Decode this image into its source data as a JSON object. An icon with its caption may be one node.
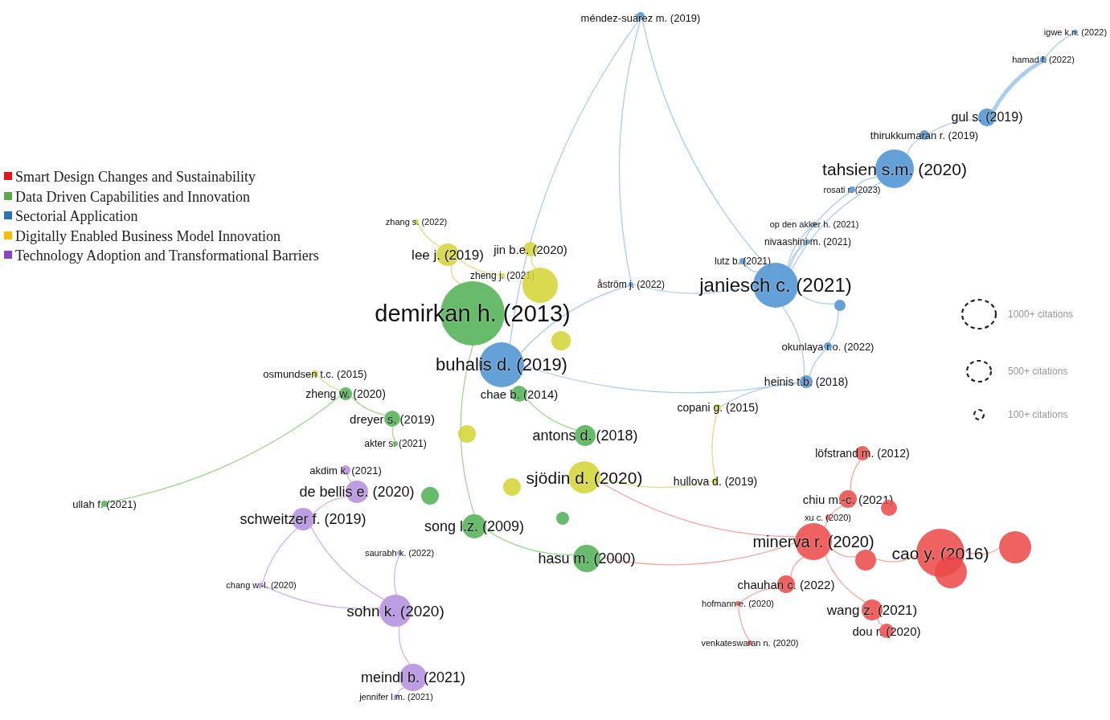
{
  "diagram": {
    "nodes": [
      {
        "text": [
          "méndez-suárez m. (2019)"
        ]
      },
      {
        "text": [
          "igwe k.n. (2022)"
        ]
      },
      {
        "text": [
          "hamad f. (2022)"
        ]
      },
      {
        "text": [
          "gul s. (2019)"
        ]
      },
      {
        "text": [
          "thirukkumaran r. (2019)"
        ]
      },
      {
        "text": [
          "tahsien s.m. (2020)"
        ]
      },
      {
        "text": [
          "rosati r. (2023)"
        ]
      },
      {
        "text": [
          "op den akker h. (2021)"
        ]
      },
      {
        "text": [
          "nivaashini m. (2021)"
        ]
      },
      {
        "text": [
          "lutz b. (2021)"
        ]
      },
      {
        "text": [
          "janiesch c. (2021)"
        ]
      },
      {
        "text": [
          "åström j. (2022)"
        ]
      },
      {
        "text": [
          "okunlaya r.o. (2022)"
        ]
      },
      {
        "text": [
          "heinis t.b. (2018)"
        ]
      },
      {
        "text": [
          "copani g. (2015)"
        ]
      },
      {
        "text": [
          "zhang s. (2022)"
        ]
      },
      {
        "text": [
          "lee j. (2019)"
        ]
      },
      {
        "text": [
          "jin b.e. (2020)"
        ]
      },
      {
        "text": [
          "zheng j. (2021)"
        ]
      },
      {
        "text": [
          "demirkan h. (2013)"
        ]
      },
      {
        "text": [
          "buhalis d. (2019)"
        ]
      },
      {
        "text": [
          "osmundsen t.c. (2015)"
        ]
      },
      {
        "text": [
          "zheng w. (2020)"
        ]
      },
      {
        "text": [
          "chae b. (2014)"
        ]
      },
      {
        "text": [
          "dreyer s. (2019)"
        ]
      },
      {
        "text": [
          "akter s. (2021)"
        ]
      },
      {
        "text": [
          "antons d. (2018)"
        ]
      },
      {
        "text": [
          "akdim k. (2021)"
        ]
      },
      {
        "text": [
          "löfstrand m. (2012)"
        ]
      },
      {
        "text": [
          "de bellis e. (2020)"
        ]
      },
      {
        "text": [
          "sjödin d. (2020)"
        ]
      },
      {
        "text": [
          "hullova d. (2019)"
        ]
      },
      {
        "text": [
          "ullah f. (2021)"
        ]
      },
      {
        "text": [
          "chiu m.-c. (2021)"
        ]
      },
      {
        "text": [
          "schweitzer f. (2019)"
        ]
      },
      {
        "text": [
          "song l.z. (2009)"
        ]
      },
      {
        "text": [
          "xu c. (2020)"
        ]
      },
      {
        "text": [
          "minerva r. (2020)"
        ]
      },
      {
        "text": [
          "cao y. (2016)"
        ]
      },
      {
        "text": [
          "saurabh k. (2022)"
        ]
      },
      {
        "text": [
          "hasu m. (2000)"
        ]
      },
      {
        "text": [
          "chauhan c. (2022)"
        ]
      },
      {
        "text": [
          "chang w.-l. (2020)"
        ]
      },
      {
        "text": [
          "hofmann e. (2020)"
        ]
      },
      {
        "text": [
          "wang z. (2021)"
        ]
      },
      {
        "text": [
          "sohn k. (2020)"
        ]
      },
      {
        "text": [
          "dou r. (2020)"
        ]
      },
      {
        "text": [
          "venkateswaran n. (2020)"
        ]
      },
      {
        "text": [
          "meindl b. (2021)"
        ]
      },
      {
        "text": [
          "jennifer l.m. (2021)"
        ]
      },
      {
        "text": [],
        "shape": "circle"
      },
      {
        "text": [],
        "shape": "circle"
      },
      {
        "text": [],
        "shape": "circle"
      },
      {
        "text": [],
        "shape": "circle"
      },
      {
        "text": [],
        "shape": "circle"
      },
      {
        "text": [],
        "shape": "circle"
      },
      {
        "text": [],
        "shape": "circle"
      },
      {
        "text": [],
        "shape": "circle"
      },
      {
        "text": [],
        "shape": "circle"
      },
      {
        "text": [],
        "shape": "circle"
      },
      {
        "text": [],
        "shape": "circle"
      }
    ],
    "edges": [
      {
        "from": 1,
        "to": 2,
        "arrow": "none"
      },
      {
        "from": 2,
        "to": 3,
        "arrow": "none",
        "style": "thick"
      },
      {
        "from": 3,
        "to": 4,
        "arrow": "none"
      },
      {
        "from": 4,
        "to": 5,
        "arrow": "none"
      },
      {
        "from": 5,
        "to": 6,
        "arrow": "none"
      },
      {
        "from": 5,
        "to": 10,
        "arrow": "none"
      },
      {
        "from": 12,
        "to": 13,
        "arrow": "none"
      },
      {
        "from": 6,
        "to": 10,
        "arrow": "none"
      },
      {
        "from": 7,
        "to": 10,
        "arrow": "none"
      },
      {
        "from": 8,
        "to": 10,
        "arrow": "none"
      },
      {
        "from": 9,
        "to": 10,
        "arrow": "none"
      },
      {
        "from": 10,
        "to": 51,
        "arrow": "none"
      },
      {
        "from": 12,
        "to": 51,
        "arrow": "none"
      },
      {
        "from": 13,
        "to": 10,
        "arrow": "none"
      },
      {
        "from": 0,
        "to": 10,
        "arrow": "none"
      },
      {
        "from": 0,
        "to": 20,
        "arrow": "none"
      },
      {
        "from": 0,
        "to": 11,
        "arrow": "none"
      },
      {
        "from": 11,
        "to": 20,
        "arrow": "none"
      },
      {
        "from": 11,
        "to": 10,
        "arrow": "none"
      },
      {
        "from": 20,
        "to": 13,
        "arrow": "none"
      },
      {
        "from": 13,
        "to": 14,
        "arrow": "none"
      },
      {
        "from": 15,
        "to": 16,
        "arrow": "none",
        "color": "#d8d870"
      },
      {
        "from": 16,
        "to": 19,
        "arrow": "none",
        "color": "#d8d870"
      },
      {
        "from": 16,
        "to": 18,
        "arrow": "none",
        "color": "#d8d870"
      },
      {
        "from": 17,
        "to": 50,
        "arrow": "none",
        "color": "#d8d870"
      },
      {
        "from": 21,
        "to": 22,
        "arrow": "none",
        "color": "#d8d870"
      },
      {
        "from": 30,
        "to": 31,
        "arrow": "none",
        "color": "#d8d870"
      },
      {
        "from": 14,
        "to": 31,
        "arrow": "none",
        "color": "#d8d870"
      },
      {
        "from": 22,
        "to": 24,
        "arrow": "none",
        "color": "#8fd080"
      },
      {
        "from": 24,
        "to": 25,
        "arrow": "none",
        "color": "#8fd080"
      },
      {
        "from": 32,
        "to": 22,
        "arrow": "none",
        "color": "#8fd080"
      },
      {
        "from": 35,
        "to": 40,
        "arrow": "none",
        "color": "#8fd080"
      },
      {
        "from": 23,
        "to": 26,
        "arrow": "none",
        "color": "#8fd080"
      },
      {
        "from": 19,
        "to": 35,
        "arrow": "none",
        "color": "#8fd080"
      },
      {
        "from": 27,
        "to": 29,
        "arrow": "none",
        "color": "#c9a8e8"
      },
      {
        "from": 29,
        "to": 34,
        "arrow": "none",
        "color": "#c9a8e8"
      },
      {
        "from": 34,
        "to": 42,
        "arrow": "none",
        "color": "#c9a8e8"
      },
      {
        "from": 34,
        "to": 45,
        "arrow": "none",
        "color": "#c9a8e8"
      },
      {
        "from": 39,
        "to": 45,
        "arrow": "none",
        "color": "#c9a8e8"
      },
      {
        "from": 45,
        "to": 48,
        "arrow": "none",
        "color": "#c9a8e8"
      },
      {
        "from": 48,
        "to": 49,
        "arrow": "none",
        "color": "#c9a8e8"
      },
      {
        "from": 42,
        "to": 45,
        "arrow": "none",
        "color": "#c9a8e8"
      },
      {
        "from": 28,
        "to": 33,
        "arrow": "none",
        "color": "#f29a90"
      },
      {
        "from": 33,
        "to": 37,
        "arrow": "none",
        "color": "#f29a90"
      },
      {
        "from": 37,
        "to": 58,
        "arrow": "none",
        "color": "#f29a90"
      },
      {
        "from": 38,
        "to": 52,
        "arrow": "none",
        "color": "#f29a90"
      },
      {
        "from": 41,
        "to": 43,
        "arrow": "none",
        "color": "#f29a90"
      },
      {
        "from": 43,
        "to": 47,
        "arrow": "none",
        "color": "#f29a90"
      },
      {
        "from": 44,
        "to": 46,
        "arrow": "none",
        "color": "#f29a90"
      },
      {
        "from": 37,
        "to": 44,
        "arrow": "none",
        "color": "#f29a90"
      },
      {
        "from": 37,
        "to": 41,
        "arrow": "none",
        "color": "#f29a90"
      },
      {
        "from": 58,
        "to": 38,
        "arrow": "none",
        "color": "#f29a90"
      },
      {
        "from": 40,
        "to": 37,
        "arrow": "none",
        "color": "#f29a90"
      },
      {
        "from": 30,
        "to": 37,
        "arrow": "none",
        "color": "#f29a90"
      }
    ],
    "labels": [
      "1000+ citations",
      "500+ citations",
      "100+ citations"
    ],
    "legend": [
      {
        "text": "Smart Design Changes and Sustainability",
        "color": "#e8141c"
      },
      {
        "text": "Data Driven Capabilities and Innovation",
        "color": "#5aaa46"
      },
      {
        "text": "Sectorial Application",
        "color": "#2c74b8"
      },
      {
        "text": "Digitally Enabled Business Model Innovation",
        "color": "#f5c000"
      },
      {
        "text": "Technology Adoption and Transformational Barriers",
        "color": "#8e44c8"
      }
    ]
  }
}
